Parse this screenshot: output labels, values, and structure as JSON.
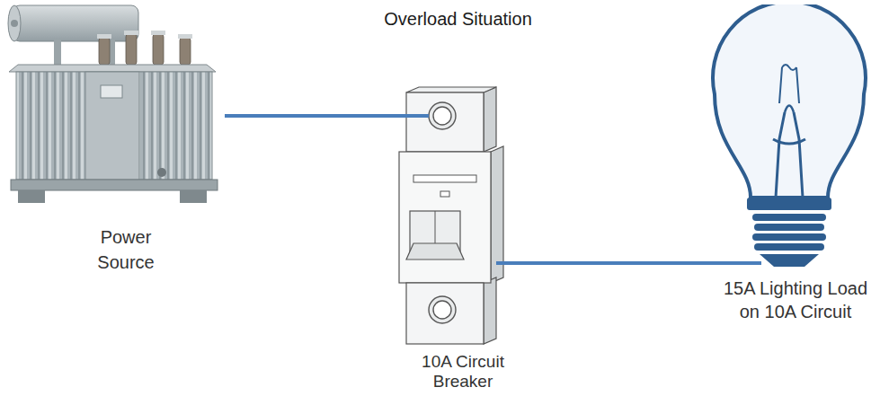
{
  "diagram": {
    "title": "Overload Situation",
    "nodes": [
      {
        "text": [
          "Power Source"
        ]
      },
      {
        "text": [
          "10A Circuit Breaker"
        ]
      },
      {
        "text": [
          "15A Lighting Load on 10A Circuit"
        ]
      }
    ],
    "edges": [
      {
        "from": 0,
        "to": 1,
        "arrow": "none"
      },
      {
        "from": 1,
        "to": 2,
        "arrow": "none"
      }
    ]
  }
}
